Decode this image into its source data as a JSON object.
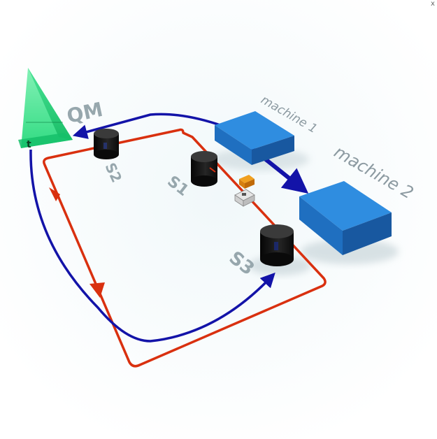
{
  "labels": {
    "qm": "QM",
    "s1": "S1",
    "s2": "S2",
    "s3": "S3",
    "machine1": "machine 1",
    "machine2": "machine 2",
    "corner": "x"
  },
  "colors": {
    "background": "#ffffff",
    "floor": "#e8f3f6",
    "red_path": "#d9300f",
    "blue_path": "#1313a8",
    "machine_top": "#2f8de0",
    "machine_front": "#1f6fc0",
    "machine_side": "#1858a0",
    "qm_pyramid": "#2ee686",
    "sensor_top": "#3a3a3a",
    "sensor_body": "#111111",
    "label_grey": "#97a7ad"
  },
  "icons": [
    "qm-pyramid-icon",
    "sensor-cylinder-icon",
    "machine-box-icon",
    "robot-cart-icon"
  ]
}
